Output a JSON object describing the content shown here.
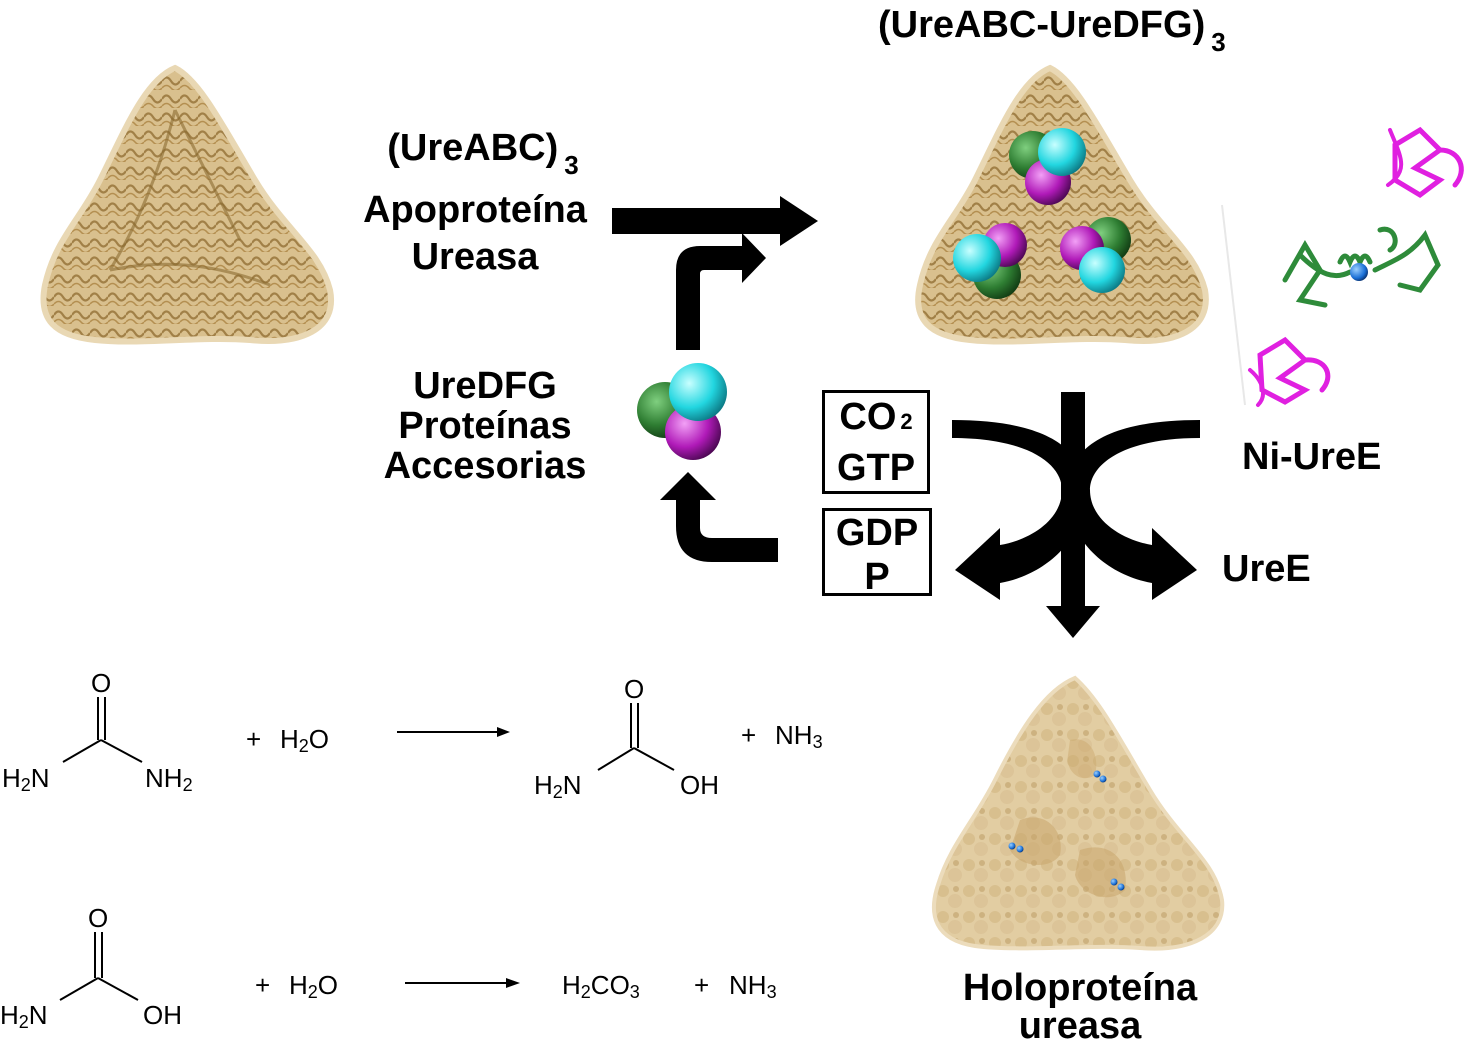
{
  "labels": {
    "ureabc3_main": "(UreABC)",
    "ureabc3_sub": "3",
    "apoproteina": "Apoproteína",
    "ureasa": "Ureasa",
    "complex_main": "(UreABC-UreDFG)",
    "complex_sub": "3",
    "uredfg": "UreDFG",
    "proteinas": "Proteínas",
    "accesorias": "Accesorias",
    "ni_uree": "Ni-UreE",
    "uree": "UreE",
    "holo_line1": "Holoproteína",
    "holo_line2": "ureasa"
  },
  "boxes": {
    "co2_main": "CO",
    "co2_sub": "2",
    "gtp": "GTP",
    "gdp": "GDP",
    "p": "P"
  },
  "reaction1": {
    "plus1": "+",
    "h2o": "H",
    "h2o_sub": "2",
    "h2o_o": "O",
    "plus2": "+",
    "nh3": "NH",
    "nh3_sub": "3",
    "o_top": "O",
    "h2n_left": "H",
    "h2n_left_sub": "2",
    "h2n_left_n": "N",
    "nh2_right": "NH",
    "nh2_right_sub": "2",
    "prod_o": "O",
    "prod_h2n": "H",
    "prod_h2n_sub": "2",
    "prod_h2n_n": "N",
    "prod_oh": "OH"
  },
  "reaction2": {
    "o_top": "O",
    "h2n": "H",
    "h2n_sub": "2",
    "h2n_n": "N",
    "oh": "OH",
    "plus1": "+",
    "h2o": "H",
    "h2o_sub": "2",
    "h2o_o": "O",
    "h2co3_h": "H",
    "h2co3_sub1": "2",
    "h2co3_co": "CO",
    "h2co3_sub2": "3",
    "plus2": "+",
    "nh3": "NH",
    "nh3_sub": "3"
  },
  "colors": {
    "protein_fill": "#c9a66b",
    "protein_dark": "#9c7a3e",
    "holo_fill": "#e0c89a",
    "sphere_green": "#2e7d32",
    "sphere_cyan": "#22d6e0",
    "sphere_magenta": "#b01ab8",
    "ribbon_magenta": "#e020e0",
    "ribbon_green": "#2e8b3a",
    "nickel_blue": "#1a6fd6"
  },
  "icons": {
    "apoprotein": "trimer-protein-icon",
    "complex": "trimer-complex-icon",
    "holoprotein": "holoprotein-surface-icon",
    "uree": "uree-ribbon-icon",
    "uredfg": "uredfg-spheres-icon"
  }
}
